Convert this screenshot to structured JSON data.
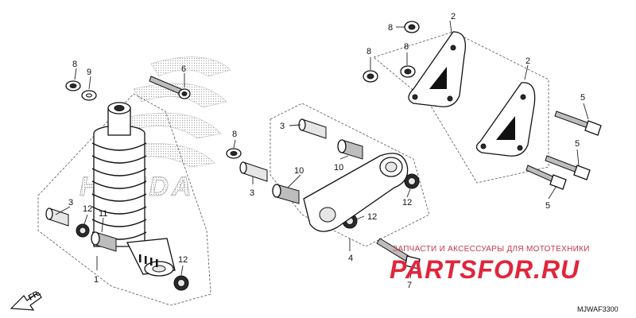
{
  "diagram": {
    "background_brand_text": "HONDA",
    "watermark_tagline": "ЗАПЧАСТИ И АКСЕССУАРЫ ДЛЯ МОТОТЕХНИКИ",
    "watermark_logo": "PARTSFOR.RU",
    "direction_marker": "FR.",
    "diagram_code": "MJWAF3300",
    "callouts": {
      "c1": "1",
      "c2a": "2",
      "c2b": "2",
      "c3a": "3",
      "c3b": "3",
      "c3c": "3",
      "c4": "4",
      "c5a": "5",
      "c5b": "5",
      "c5c": "5",
      "c6": "6",
      "c7": "7",
      "c8a": "8",
      "c8b": "8",
      "c8c": "8",
      "c8d": "8",
      "c9": "9",
      "c10a": "10",
      "c10b": "10",
      "c11": "11",
      "c12a": "12",
      "c12b": "12",
      "c12c": "12",
      "c12d": "12"
    },
    "colors": {
      "watermark_red": "#e0263c",
      "watermark_text": "#c43a4c",
      "ink": "#111111"
    }
  }
}
